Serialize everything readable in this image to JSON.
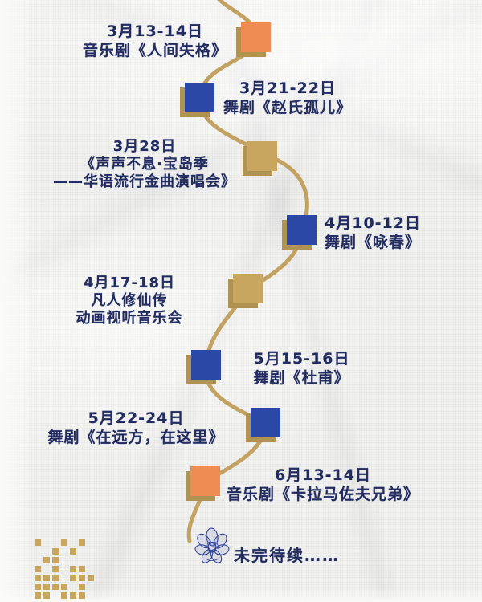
{
  "palette": {
    "orange": "#ee8c51",
    "blue": "#2b48a6",
    "tan": "#c9a660",
    "shadow": "#b09253",
    "line": "#c2a161",
    "text": "#222c60",
    "flower": "#33479b",
    "paper": "#f1f1ef"
  },
  "events": [
    {
      "date": "3月13-14日",
      "title_lines": [
        "音乐剧《人间失格》"
      ],
      "marker_color": "orange"
    },
    {
      "date": "3月21-22日",
      "title_lines": [
        "舞剧《赵氏孤儿》"
      ],
      "marker_color": "blue"
    },
    {
      "date": "3月28日",
      "title_lines": [
        "《声声不息·宝岛季",
        "——华语流行金曲演唱会》"
      ],
      "marker_color": "tan"
    },
    {
      "date": "4月10-12日",
      "title_lines": [
        "舞剧《咏春》"
      ],
      "marker_color": "blue"
    },
    {
      "date": "4月17-18日",
      "title_lines": [
        "凡人修仙传",
        "动画视听音乐会"
      ],
      "marker_color": "tan"
    },
    {
      "date": "5月15-16日",
      "title_lines": [
        "舞剧《杜甫》"
      ],
      "marker_color": "blue"
    },
    {
      "date": "5月22-24日",
      "title_lines": [
        "舞剧《在远方，在这里》"
      ],
      "marker_color": "blue"
    },
    {
      "date": "6月13-14日",
      "title_lines": [
        "音乐剧《卡拉马佐夫兄弟》"
      ],
      "marker_color": "orange"
    }
  ],
  "footer": {
    "label": "未完待续……"
  },
  "decoration": {
    "pixel_rows": [
      "1001010",
      "0010100",
      "0110000",
      "1010110",
      "1110111",
      "1111010",
      "1101110"
    ]
  }
}
